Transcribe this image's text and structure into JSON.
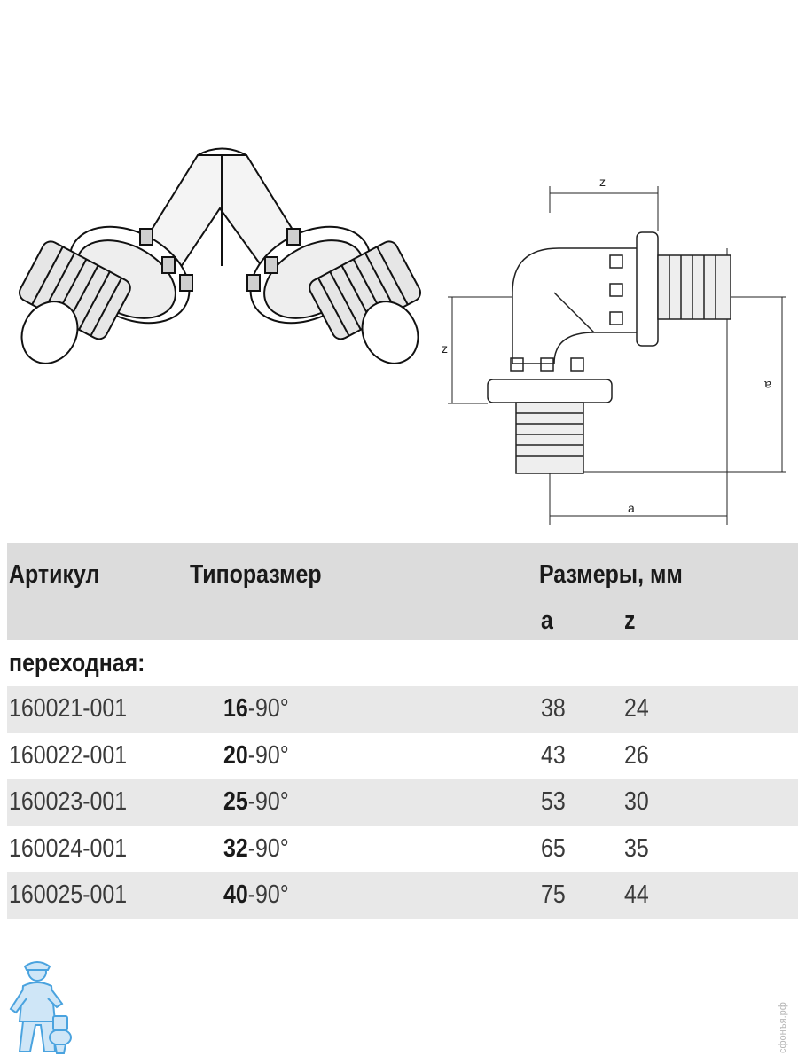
{
  "table": {
    "headers": {
      "article": "Артикул",
      "size": "Типоразмер",
      "dimensions": "Размеры, мм",
      "a": "a",
      "z": "z"
    },
    "group_label": "переходная:",
    "rows": [
      {
        "article": "160021-001",
        "size_bold": "16",
        "size_rest": "-90°",
        "a": "38",
        "z": "24"
      },
      {
        "article": "160022-001",
        "size_bold": "20",
        "size_rest": "-90°",
        "a": "43",
        "z": "26"
      },
      {
        "article": "160023-001",
        "size_bold": "25",
        "size_rest": "-90°",
        "a": "53",
        "z": "30"
      },
      {
        "article": "160024-001",
        "size_bold": "32",
        "size_rest": "-90°",
        "a": "65",
        "z": "35"
      },
      {
        "article": "160025-001",
        "size_bold": "40",
        "size_rest": "-90°",
        "a": "75",
        "z": "44"
      }
    ]
  },
  "drawing": {
    "label_z_top": "z",
    "label_z_left": "z",
    "label_a_bottom": "a",
    "label_a_right": "a"
  },
  "watermark_text": "сфонъя.рф",
  "colors": {
    "header_bg": "#dcdcdc",
    "row_shade": "#e8e8e8",
    "mascot_blue": "#4aa3df"
  }
}
